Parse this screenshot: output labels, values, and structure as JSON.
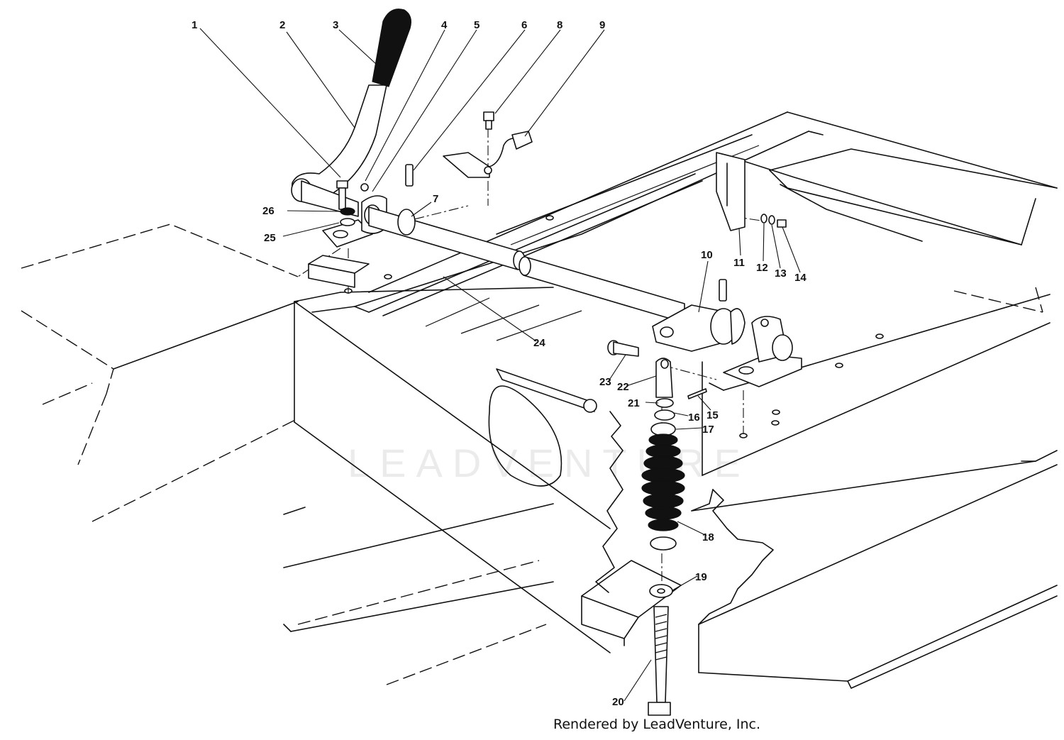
{
  "watermark": {
    "text": "LEADVENTURE"
  },
  "credit": {
    "text": "Rendered by LeadVenture, Inc."
  },
  "callouts": [
    {
      "id": "callout-1",
      "label": "1"
    },
    {
      "id": "callout-2",
      "label": "2"
    },
    {
      "id": "callout-3",
      "label": "3"
    },
    {
      "id": "callout-4",
      "label": "4"
    },
    {
      "id": "callout-5",
      "label": "5"
    },
    {
      "id": "callout-6",
      "label": "6"
    },
    {
      "id": "callout-7",
      "label": "7"
    },
    {
      "id": "callout-8",
      "label": "8"
    },
    {
      "id": "callout-9",
      "label": "9"
    },
    {
      "id": "callout-10",
      "label": "10"
    },
    {
      "id": "callout-11",
      "label": "11"
    },
    {
      "id": "callout-12",
      "label": "12"
    },
    {
      "id": "callout-13",
      "label": "13"
    },
    {
      "id": "callout-14",
      "label": "14"
    },
    {
      "id": "callout-15",
      "label": "15"
    },
    {
      "id": "callout-16",
      "label": "16"
    },
    {
      "id": "callout-17",
      "label": "17"
    },
    {
      "id": "callout-18",
      "label": "18"
    },
    {
      "id": "callout-19",
      "label": "19"
    },
    {
      "id": "callout-20",
      "label": "20"
    },
    {
      "id": "callout-21",
      "label": "21"
    },
    {
      "id": "callout-22",
      "label": "22"
    },
    {
      "id": "callout-23",
      "label": "23"
    },
    {
      "id": "callout-24",
      "label": "24"
    },
    {
      "id": "callout-25",
      "label": "25"
    },
    {
      "id": "callout-26",
      "label": "26"
    }
  ]
}
